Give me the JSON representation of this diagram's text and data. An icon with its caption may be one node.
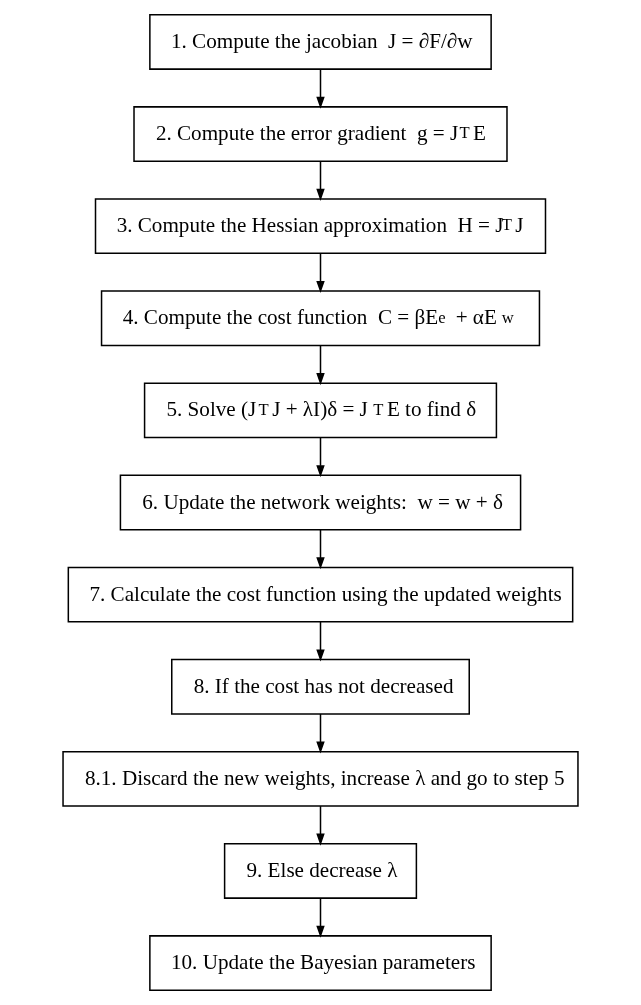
{
  "diagram": {
    "nodes": [
      {
        "text": [
          "1. Compute the jacobian  J = ∂F/∂w"
        ]
      },
      {
        "text": [
          "2. Compute the error gradient  g = J$^{T}$E"
        ]
      },
      {
        "text": [
          "3. Compute the Hessian approximation  H = J$^{T}$J"
        ]
      },
      {
        "text": [
          "4. Compute the cost function  C = βE$_{e}$ + αE$_{w}$"
        ]
      },
      {
        "text": [
          "5. Solve (J$^{T}$J + λI)δ = J$^{T}$E to find δ"
        ]
      },
      {
        "text": [
          "6. Update the network weights:  w = w + δ"
        ]
      },
      {
        "text": [
          "7. Calculate the cost function using the updated weights"
        ]
      },
      {
        "text": [
          "8. If the cost has not decreased"
        ]
      },
      {
        "text": [
          "8.1. Discard the new weights, increase λ and go to step 5"
        ]
      },
      {
        "text": [
          "9. Else decrease λ"
        ]
      },
      {
        "text": [
          "10. Update the Bayesian parameters"
        ]
      }
    ],
    "edges": [
      {
        "from": 0,
        "to": 1,
        "arrow": "to"
      },
      {
        "from": 1,
        "to": 2,
        "arrow": "to"
      },
      {
        "from": 2,
        "to": 3,
        "arrow": "to"
      },
      {
        "from": 3,
        "to": 4,
        "arrow": "to"
      },
      {
        "from": 4,
        "to": 5,
        "arrow": "to"
      },
      {
        "from": 5,
        "to": 6,
        "arrow": "to"
      },
      {
        "from": 6,
        "to": 7,
        "arrow": "to"
      },
      {
        "from": 7,
        "to": 8,
        "arrow": "to"
      },
      {
        "from": 8,
        "to": 9,
        "arrow": "to"
      },
      {
        "from": 9,
        "to": 10,
        "arrow": "to"
      }
    ]
  }
}
